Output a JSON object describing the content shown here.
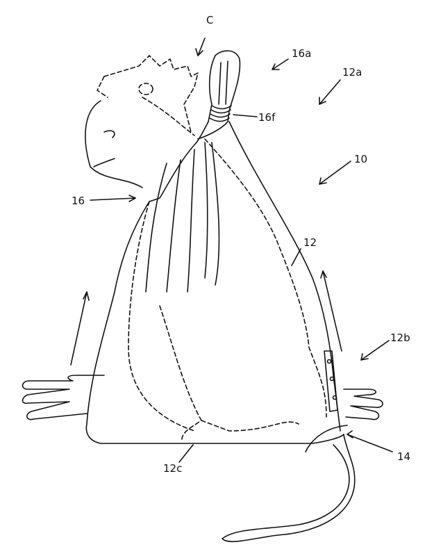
{
  "figure": {
    "labels": {
      "c": "C",
      "l16a": "16a",
      "l12a": "12a",
      "l16f": "16f",
      "l10": "10",
      "l16": "16",
      "l12": "12",
      "l12b": "12b",
      "l14": "14",
      "l12c": "12c"
    }
  }
}
